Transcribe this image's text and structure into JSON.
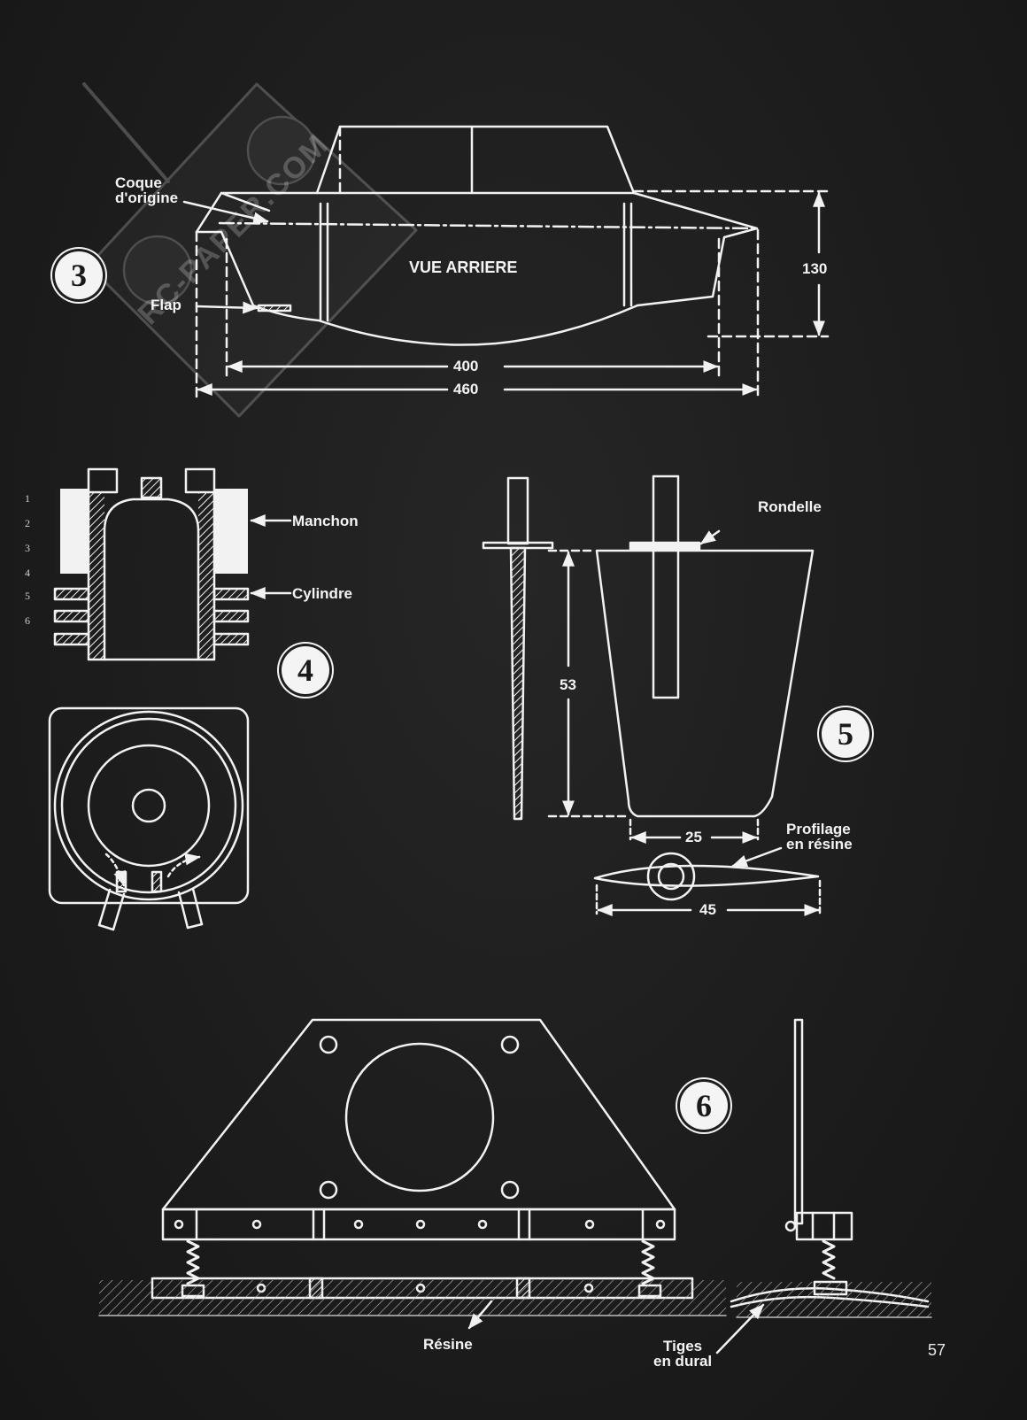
{
  "page_number": "57",
  "watermark": "RC-PAPER.COM",
  "figures": {
    "fig3": {
      "number": "3",
      "title": "VUE ARRIERE",
      "labels": {
        "hull": "Coque\nd'origine",
        "flap": "Flap"
      },
      "dimensions": {
        "width_inner": "400",
        "width_outer": "460",
        "height": "130"
      }
    },
    "fig4": {
      "number": "4",
      "labels": {
        "sleeve": "Manchon",
        "cylinder": "Cylindre"
      },
      "side_numbers": [
        "1",
        "2",
        "3",
        "4",
        "5",
        "6"
      ]
    },
    "fig5": {
      "number": "5",
      "labels": {
        "washer": "Rondelle",
        "fairing": "Profilage\nen résine"
      },
      "dimensions": {
        "height": "53",
        "bottom_width": "25",
        "profile_width": "45"
      }
    },
    "fig6": {
      "number": "6",
      "labels": {
        "resin": "Résine",
        "rods": "Tiges\nen dural"
      }
    }
  },
  "colors": {
    "background": "#1e1e1e",
    "ink": "#f2f2f2"
  }
}
